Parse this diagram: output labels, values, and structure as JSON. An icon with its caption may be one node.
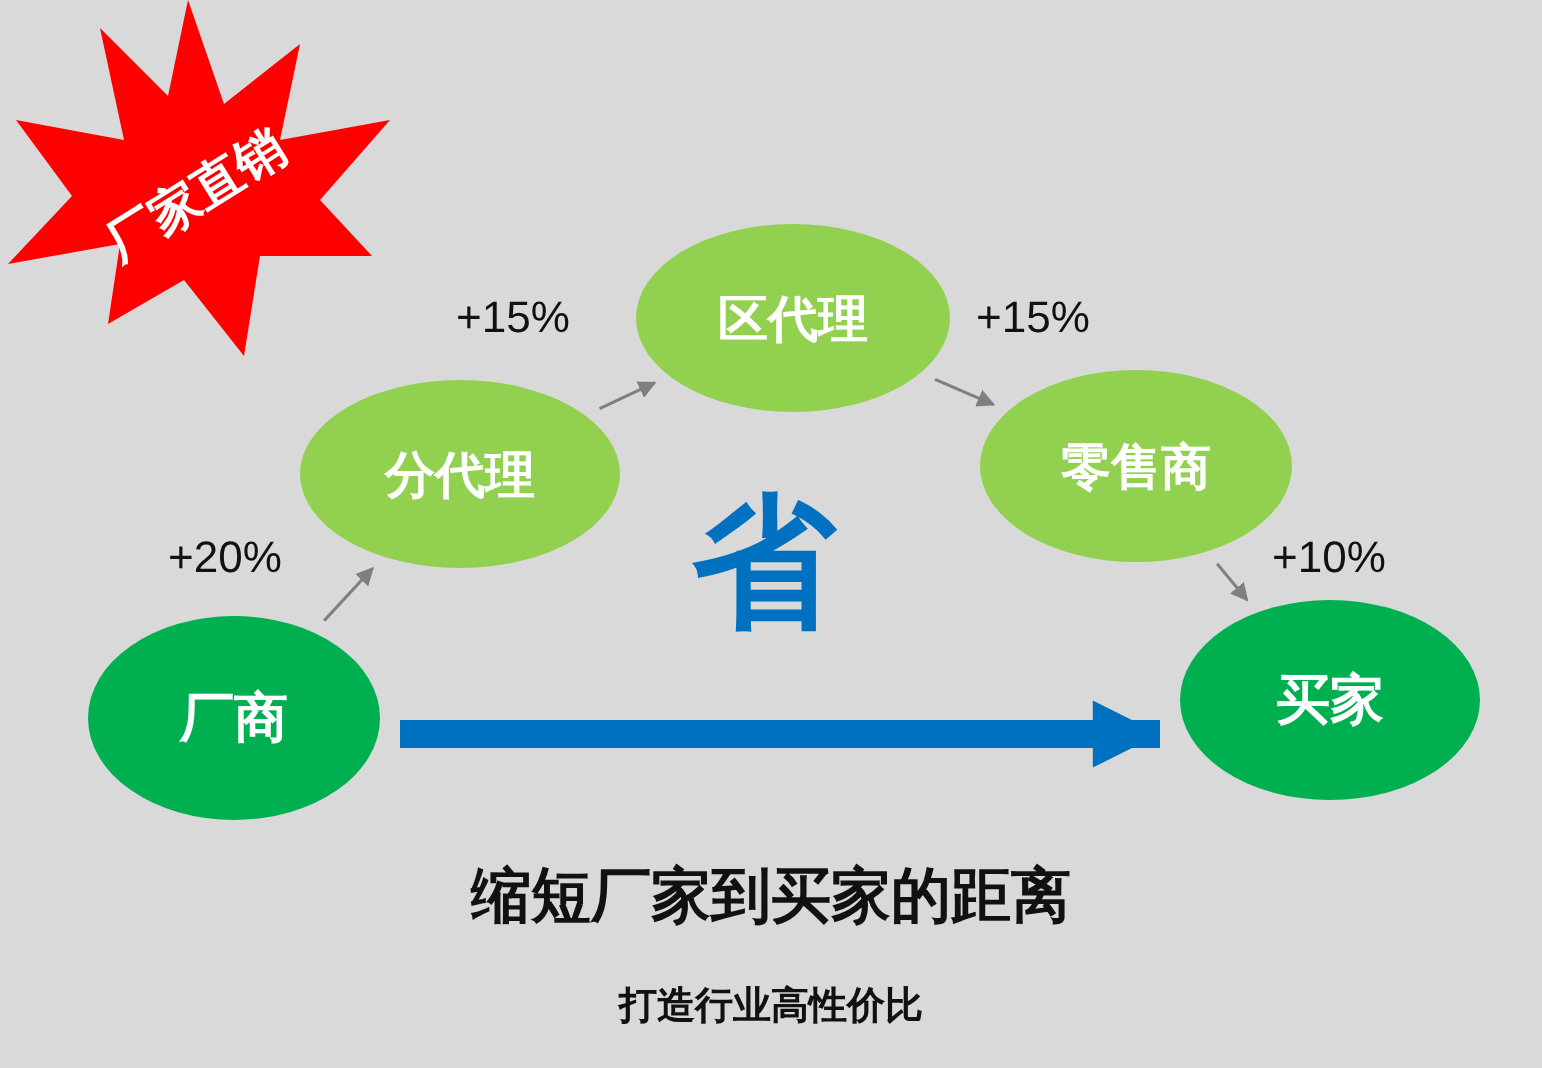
{
  "diagram": {
    "nodes": [
      {
        "text": [
          "厂商"
        ]
      },
      {
        "text": [
          "分代理"
        ]
      },
      {
        "text": [
          "区代理"
        ]
      },
      {
        "text": [
          "零售商"
        ]
      },
      {
        "text": [
          "买家"
        ]
      },
      {
        "text": [
          "厂家直销"
        ]
      }
    ],
    "edges": [
      {
        "from": 0,
        "to": 1,
        "arrow": "to",
        "label": "+20%"
      },
      {
        "from": 1,
        "to": 2,
        "arrow": "to",
        "label": "+15%"
      },
      {
        "from": 2,
        "to": 3,
        "arrow": "to",
        "label": "+15%"
      },
      {
        "from": 3,
        "to": 4,
        "arrow": "to",
        "label": "+10%"
      },
      {
        "from": 0,
        "to": 4,
        "arrow": "to",
        "label": "省",
        "style": "thick",
        "color": "#0070c0"
      }
    ],
    "labels": [
      "缩短厂家到买家的距离",
      "打造行业高性价比"
    ]
  }
}
